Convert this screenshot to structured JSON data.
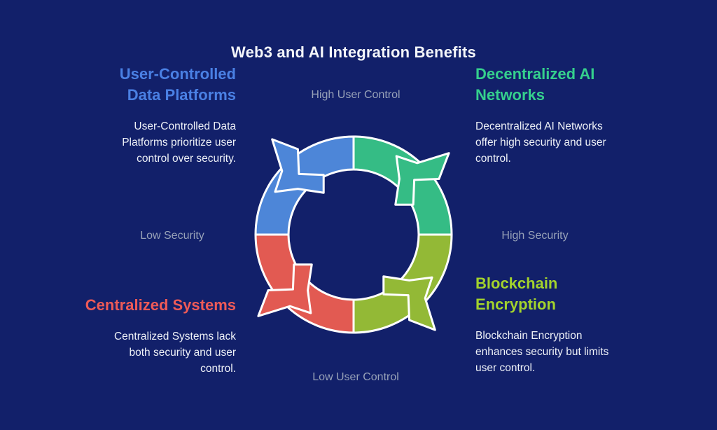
{
  "title": "Web3 and AI Integration Benefits",
  "axis": {
    "top": "High User Control",
    "bottom": "Low User Control",
    "left": "Low Security",
    "right": "High Security"
  },
  "colors": {
    "background": "#12206a",
    "title_text": "#f4f6fa",
    "body_text": "#eef1f7",
    "axis_label": "#98a2b8",
    "outline": "#ffffff"
  },
  "diagram": {
    "type": "four-quadrant cycle ring",
    "flow": "counterclockwise",
    "arrowheads": 4
  },
  "quadrants": [
    {
      "id": "user-controlled-data-platforms",
      "position": "top-left",
      "heading": "User-Controlled\nData Platforms",
      "description": "User-Controlled Data\nPlatforms prioritize user\ncontrol over security.",
      "heading_color": "#4a80e4",
      "ring_color": "#4d86d8"
    },
    {
      "id": "decentralized-ai-networks",
      "position": "top-right",
      "heading": "Decentralized AI\nNetworks",
      "description": "Decentralized AI Networks\noffer high security and user\ncontrol.",
      "heading_color": "#35d08d",
      "ring_color": "#35bc85"
    },
    {
      "id": "blockchain-encryption",
      "position": "bottom-right",
      "heading": "Blockchain\nEncryption",
      "description": "Blockchain Encryption\nenhances security but limits\nuser control.",
      "heading_color": "#a3d32c",
      "ring_color": "#93b936"
    },
    {
      "id": "centralized-systems",
      "position": "bottom-left",
      "heading": "Centralized Systems",
      "description": "Centralized Systems lack\nboth security and user\ncontrol.",
      "heading_color": "#ee5a57",
      "ring_color": "#e25a52"
    }
  ]
}
